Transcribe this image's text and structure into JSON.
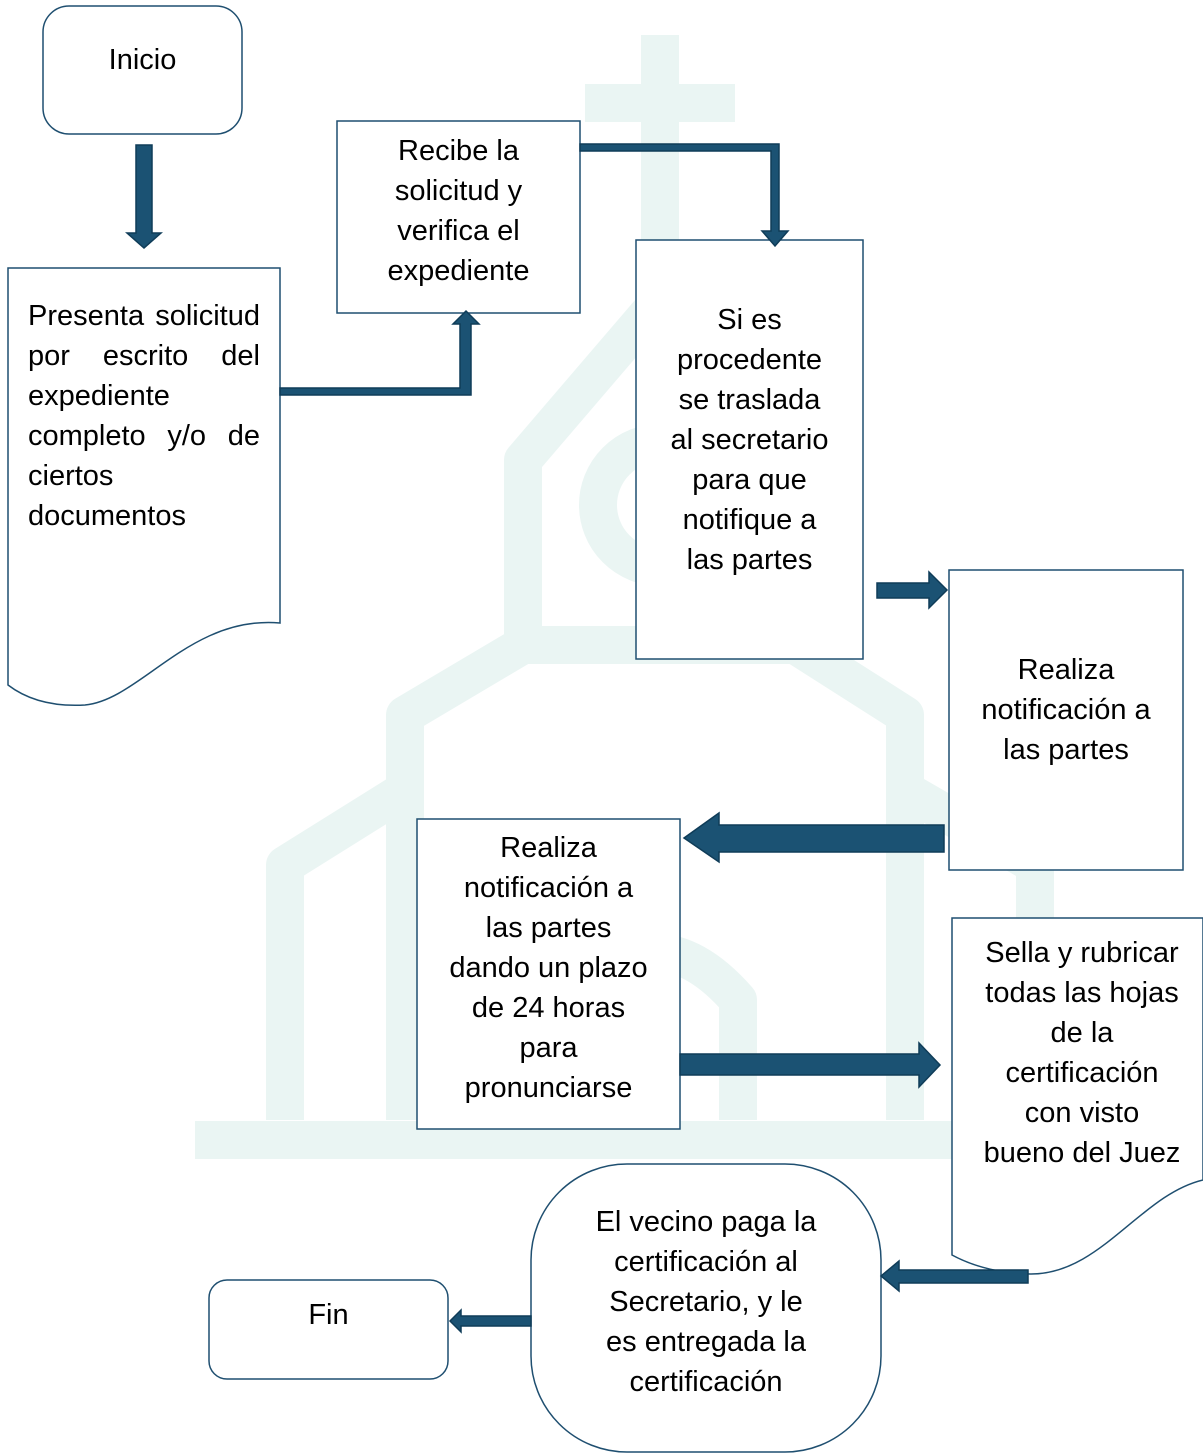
{
  "colors": {
    "arrow_fill": "#1b5273",
    "arrow_stroke": "#0f3c58",
    "box_stroke": "#1f4f70",
    "watermark": "#eaf5f3"
  },
  "nodes": {
    "inicio": "Inicio",
    "presenta": "Presenta solicitud por escrito del expediente completo y/o de ciertos documentos",
    "recibe": "Recibe la\nsolicitud y\nverifica el\nexpediente",
    "procedente": "Si es\nprocedente\nse traslada\nal secretario\npara que\nnotifique a\nlas partes",
    "realiza1": "Realiza\nnotificación a\nlas partes",
    "realiza2": "Realiza\nnotificación a\nlas partes\ndando un plazo\nde 24 horas\npara\npronunciarse",
    "sella": "Sella y rubricar\ntodas las hojas\nde la\ncertificación\ncon visto\nbueno del Juez",
    "vecino": "El vecino paga  la\ncertificación al\nSecretario, y le\nes entregada la\ncertificación",
    "fin": "Fin"
  },
  "edges": [
    {
      "from": "Inicio",
      "to": "Presenta solicitud"
    },
    {
      "from": "Presenta solicitud",
      "to": "Recibe la solicitud"
    },
    {
      "from": "Recibe la solicitud",
      "to": "Si es procedente"
    },
    {
      "from": "Si es procedente",
      "to": "Realiza notificación a las partes"
    },
    {
      "from": "Realiza notificación a las partes",
      "to": "Realiza notificación dando un plazo"
    },
    {
      "from": "Realiza notificación dando un plazo",
      "to": "Sella y rubricar"
    },
    {
      "from": "Sella y rubricar",
      "to": "El vecino paga"
    },
    {
      "from": "El vecino paga",
      "to": "Fin"
    }
  ]
}
